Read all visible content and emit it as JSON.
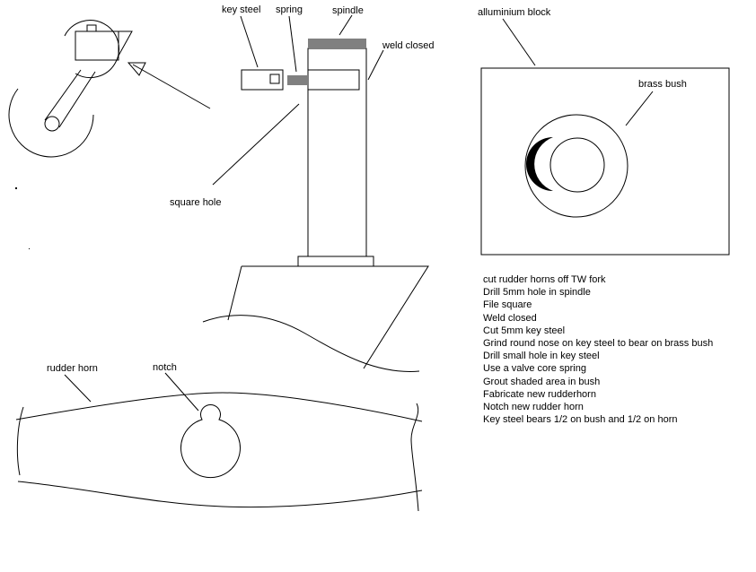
{
  "labels": {
    "key_steel": "key steel",
    "spring": "spring",
    "spindle": "spindle",
    "weld_closed": "weld closed",
    "square_hole": "square hole",
    "alluminium_block": "alluminium block",
    "brass_bush": "brass bush",
    "rudder_horn": "rudder horn",
    "notch": "notch"
  },
  "instructions": [
    "cut rudder horns off TW fork",
    "Drill 5mm hole in spindle",
    "File square",
    "Weld closed",
    "Cut 5mm key steel",
    "Grind round nose on key steel to bear on brass bush",
    "Drill small hole in key steel",
    "Use a valve core spring",
    "Grout shaded area in bush",
    "Fabricate new rudderhorn",
    "Notch new rudder horn",
    "Key steel bears 1/2 on bush and 1/2 on horn"
  ]
}
